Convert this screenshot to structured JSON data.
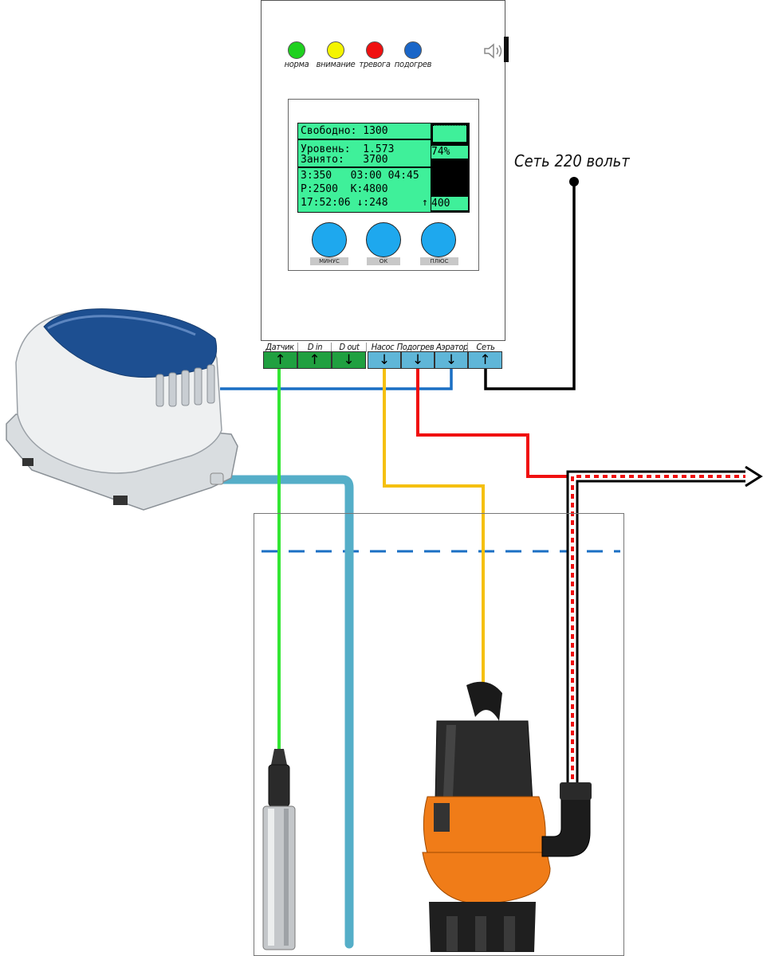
{
  "indicators": [
    {
      "label": "норма",
      "color": "#1fd11f"
    },
    {
      "label": "внимание",
      "color": "#f4f400"
    },
    {
      "label": "тревога",
      "color": "#f01010"
    },
    {
      "label": "подогрев",
      "color": "#1a66c8"
    }
  ],
  "lcd": {
    "line1": "Свободно: 1300",
    "line2": "Уровень:  1.573",
    "line3": "Занято:   3700",
    "line4": "3:350   03:00 04:45",
    "line5": "P:2500  K:4800",
    "line6": "17:52:06 ↓:248",
    "arrow_up": "↑",
    "percent": "74%",
    "bottom_value": "400"
  },
  "buttons": [
    {
      "label": "МИНУС"
    },
    {
      "label": "ОК"
    },
    {
      "label": "ПЛЮС"
    }
  ],
  "terminals": [
    {
      "label": "Датчик",
      "arrow": "↑",
      "color": "green"
    },
    {
      "label": "D in",
      "arrow": "↑",
      "color": "green"
    },
    {
      "label": "D out",
      "arrow": "↓",
      "color": "green"
    },
    {
      "label": "Насос",
      "arrow": "↓",
      "color": "blue"
    },
    {
      "label": "Подогрев",
      "arrow": "↓",
      "color": "blue"
    },
    {
      "label": "Аэратор",
      "arrow": "↓",
      "color": "blue"
    },
    {
      "label": "Сеть",
      "arrow": "↑",
      "color": "blue"
    }
  ],
  "mains_label": "Сеть 220 вольт",
  "wire_colors": {
    "sensor": "#33e633",
    "pump": "#f5c010",
    "heater": "#f01010",
    "aerator": "#1a6fc4",
    "mains": "#000000",
    "air_pipe": "#55aec8",
    "water_level": "#1a6fc4"
  },
  "devices": {
    "compressor": "air-compressor",
    "sensor": "level-sensor-probe",
    "pump": "submersible-pump"
  }
}
